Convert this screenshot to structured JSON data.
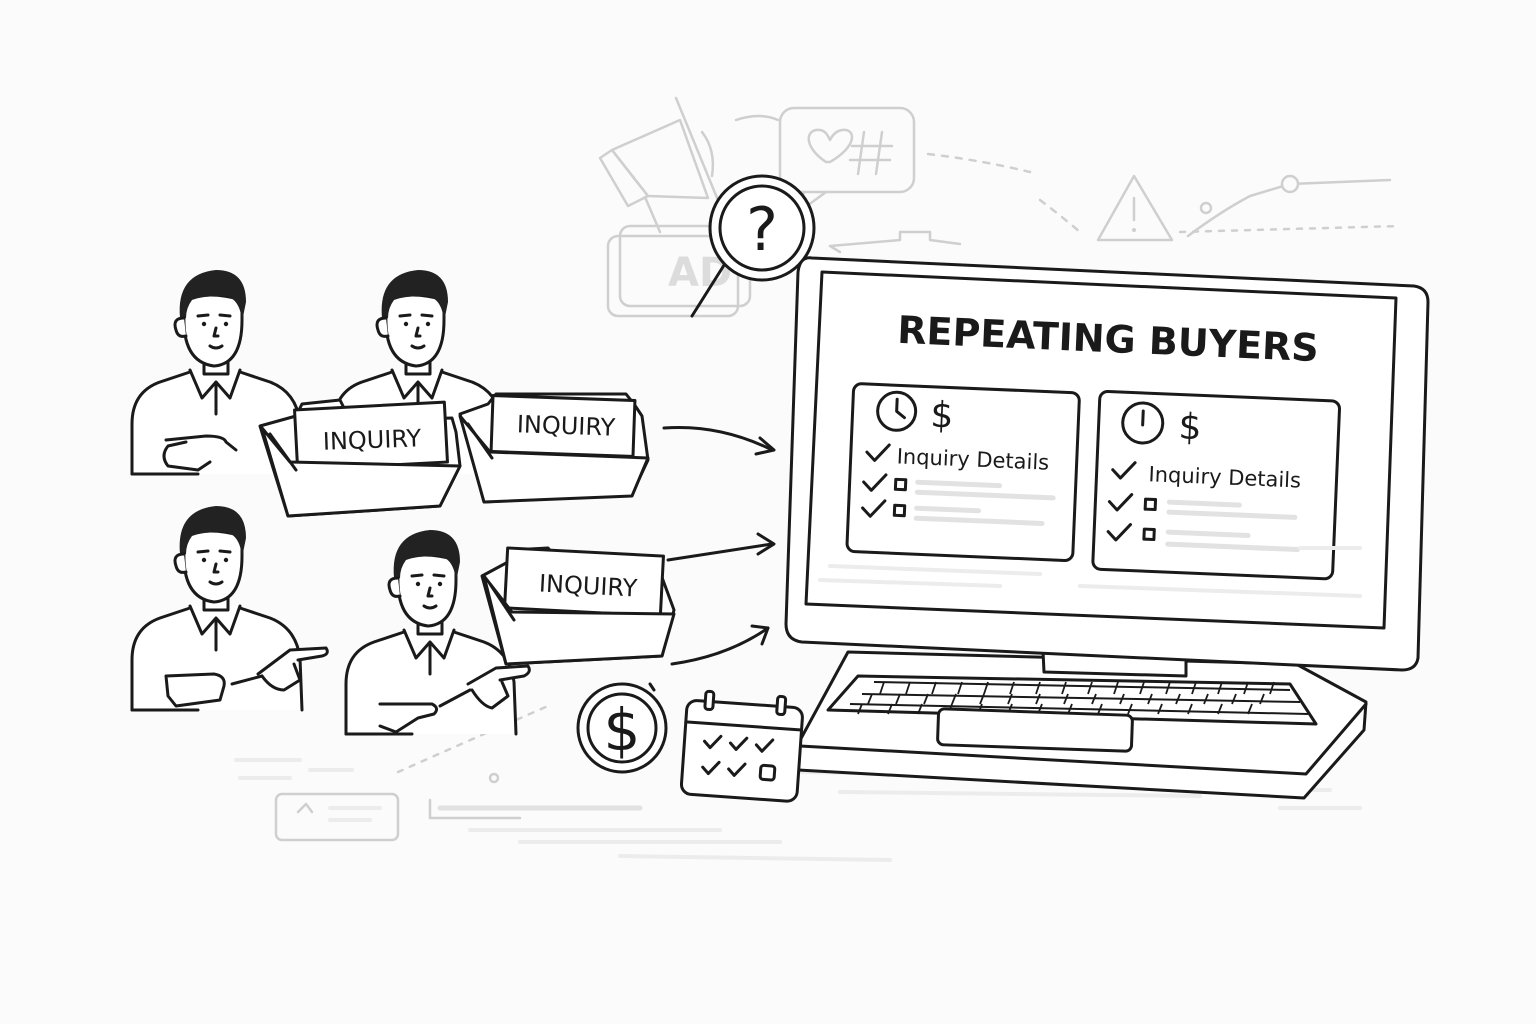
{
  "screen": {
    "title": "REPEATING BUYERS",
    "cards": [
      {
        "clock_icon": "clock-icon",
        "currency_symbol": "$",
        "label": "Inquiry Details"
      },
      {
        "clock_icon": "clock-icon",
        "currency_symbol": "$",
        "label": "Inquiry Details"
      }
    ]
  },
  "folders": [
    {
      "label": "INQUIRY"
    },
    {
      "label": "INQUIRY"
    },
    {
      "label": "INQUIRY"
    }
  ],
  "coin": {
    "symbol": "$"
  },
  "magnifier": {
    "symbol": "?"
  },
  "background_ad": {
    "label": "AD"
  },
  "colors": {
    "ink": "#1a1a1a",
    "faint": "#cfcfcf",
    "paper": "#fbfbfb"
  },
  "icons": [
    "megaphone-icon",
    "chat-bubble-icon",
    "heart-icon",
    "hashtag-icon",
    "warning-icon",
    "magnifier-icon",
    "dollar-coin-icon",
    "calendar-icon",
    "clock-icon",
    "checkmark-icon",
    "checkbox-icon",
    "folder-icon",
    "laptop-icon"
  ]
}
